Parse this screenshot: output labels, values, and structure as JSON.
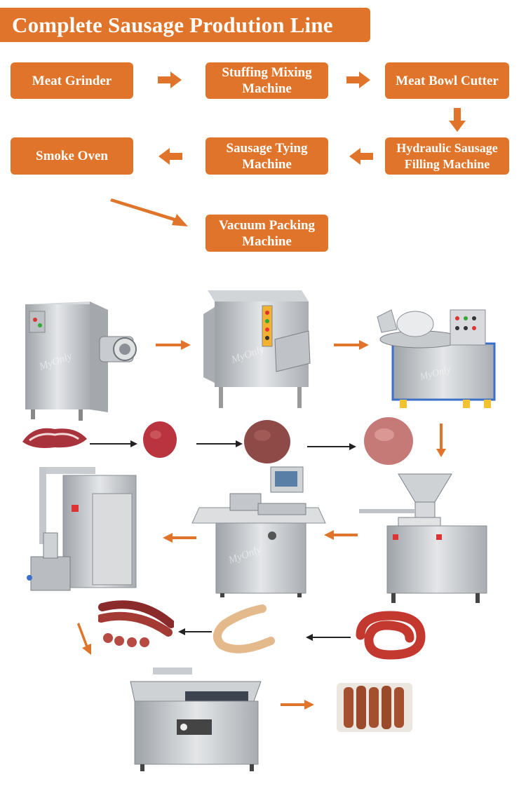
{
  "title": "Complete Sausage Prodution Line",
  "steps": [
    {
      "label": "Meat Grinder"
    },
    {
      "label": "Stuffing Mixing Machine"
    },
    {
      "label": "Meat Bowl Cutter"
    },
    {
      "label": "Hydraulic Sausage Filling Machine"
    },
    {
      "label": "Sausage Tying Machine"
    },
    {
      "label": "Smoke Oven"
    },
    {
      "label": "Vacuum Packing Machine"
    }
  ],
  "colors": {
    "accent": "#e0742a",
    "steel": "#c9ccd0",
    "meat": "#b8444a"
  },
  "watermark": "MyOnly"
}
